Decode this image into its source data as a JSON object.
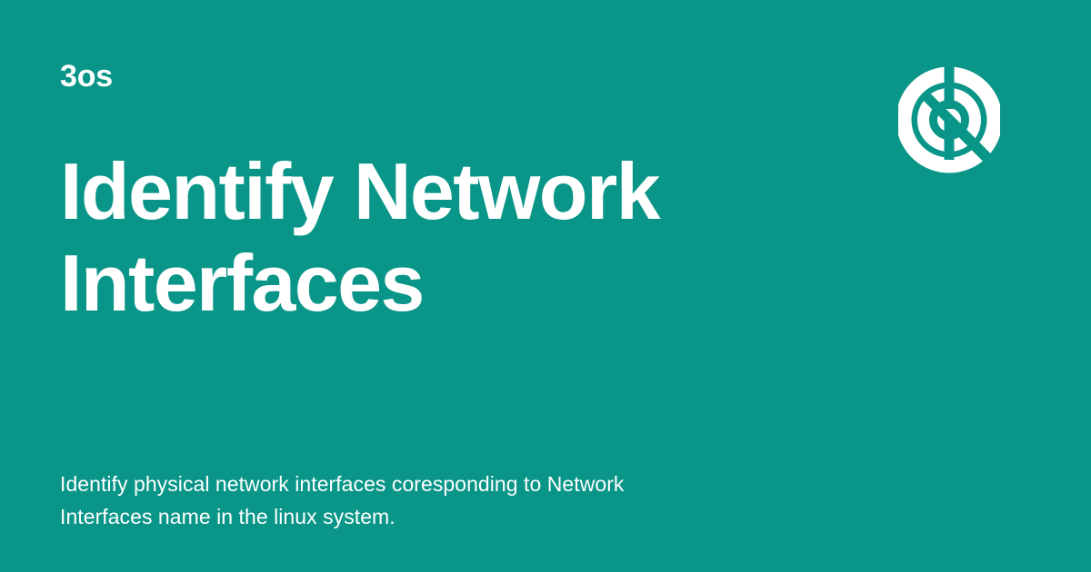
{
  "theme": {
    "background_color": "#099688",
    "foreground_color": "#ffffff"
  },
  "brand": {
    "name": "3os",
    "logo_icon": "concentric-rings-logo-icon"
  },
  "heading": {
    "full_text": "Identify Network Interfaces",
    "lines": [
      "Identify Network",
      "Interfaces"
    ]
  },
  "description": {
    "full_text": "Identify physical network interfaces coresponding to Network Interfaces name in the linux system.",
    "lines": [
      "Identify physical network interfaces coresponding to Network",
      "Interfaces name in the linux system."
    ]
  }
}
